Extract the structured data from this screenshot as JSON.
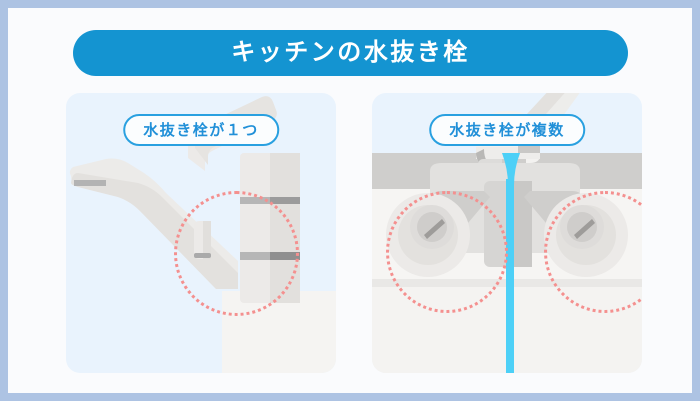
{
  "page": {
    "border_color": "#adc3e3",
    "background_color": "#fafbfd"
  },
  "header": {
    "title": "キッチンの水抜き栓",
    "banner_color": "#1494d1",
    "title_color": "#ffffff"
  },
  "panels": [
    {
      "id": "single-valve",
      "label": "水抜き栓が１つ",
      "label_text_color": "#2190d8",
      "label_border_color": "#29a0e0",
      "background_color": "#e9f3fd",
      "illustration": "single-lever-kitchen-faucet-with-one-drain-valve",
      "highlight_color": "#f4908f",
      "highlight_count": 1
    },
    {
      "id": "multiple-valves",
      "label": "水抜き栓が複数",
      "label_text_color": "#2190d8",
      "label_border_color": "#29a0e0",
      "background_color": "#e9f3fd",
      "illustration": "under-sink-faucet-with-two-drain-valves-and-running-water",
      "highlight_color": "#f4908f",
      "highlight_count": 2,
      "water_stream_color": "#4dd0f7"
    }
  ]
}
